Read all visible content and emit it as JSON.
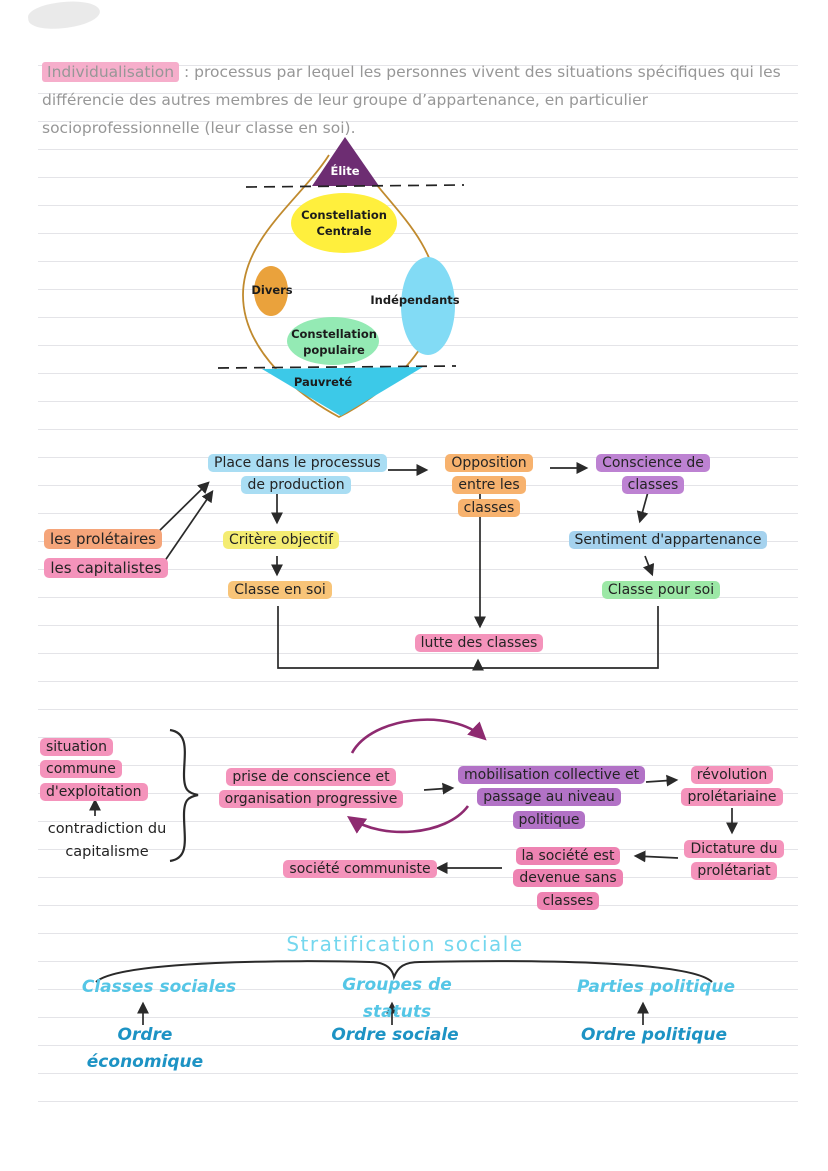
{
  "colors": {
    "highlight_pink": "#f493bb",
    "highlight_orange": "#f7b26e",
    "highlight_yellow": "#f4ec72",
    "highlight_blue": "#a9ddf3",
    "highlight_purple": "#bd82d2",
    "highlight_green": "#9ce8a6",
    "top_elite_purple": "#6d2d72",
    "top_yellow": "#ffef3d",
    "top_orange": "#eaa23c",
    "top_blue": "#82dbf5",
    "top_green": "#94eab4",
    "top_cyan": "#3cc9e8",
    "outline_brown": "#c08a2e",
    "ink": "#242424",
    "cyan_text": "#55c6e6",
    "teal_text": "#1d93c4",
    "loop_purple": "#8e2a70"
  },
  "intro": {
    "term": "Individualisation",
    "rest": " : processus par lequel les personnes vivent des situations spécifiques qui les différencie des autres membres de leur groupe d’appartenance, en particulier socioprofessionnelle (leur classe en soi)."
  },
  "top_diagram": {
    "elite": "Élite",
    "constellation_centrale": "Constellation Centrale",
    "divers": "Divers",
    "independants": "Indépendants",
    "constellation_populaire": "Constellation populaire",
    "pauvrete": "Pauvreté"
  },
  "marx_flow": {
    "place": "Place dans le processus de production",
    "opposition": "Opposition entre les classes",
    "conscience": "Conscience de classes",
    "proletaires": "les prolétaires",
    "capitalistes": "les capitalistes",
    "critere": "Critère objectif",
    "classe_en_soi": "Classe en soi",
    "sentiment": "Sentiment d'appartenance",
    "classe_pour_soi": "Classe pour soi",
    "lutte": "lutte des classes"
  },
  "revolution_flow": {
    "situation": "situation commune d'exploitation",
    "contradiction": "contradiction du capitalisme",
    "prise": "prise de conscience et organisation progressive",
    "mobilisation": "mobilisation collective et passage au niveau politique",
    "revolution": "révolution prolétariaine",
    "dictature": "Dictature du prolétariat",
    "societe_devenue": "la société est devenue sans classes",
    "societe_communiste": "société communiste"
  },
  "stratification": {
    "title": "Stratification sociale",
    "items": [
      {
        "label": "Classes sociales",
        "base": "Ordre économique"
      },
      {
        "label": "Groupes de statuts",
        "base": "Ordre sociale"
      },
      {
        "label": "Parties politique",
        "base": "Ordre politique"
      }
    ]
  }
}
